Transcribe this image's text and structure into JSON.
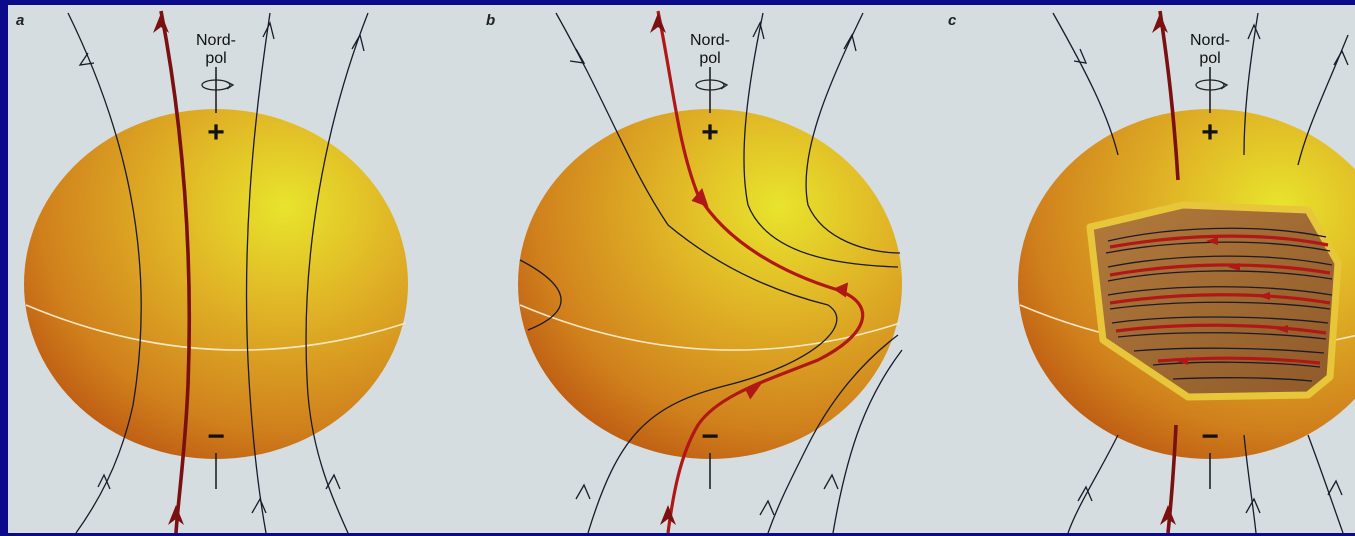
{
  "panels": [
    {
      "letter": "a",
      "pole_label_line1": "Nord-",
      "pole_label_line2": "pol",
      "north_sign": "+",
      "south_sign": "−"
    },
    {
      "letter": "b",
      "pole_label_line1": "Nord-",
      "pole_label_line2": "pol",
      "north_sign": "+",
      "south_sign": "−"
    },
    {
      "letter": "c",
      "pole_label_line1": "Nord-",
      "pole_label_line2": "pol",
      "north_sign": "+",
      "south_sign": "−"
    }
  ],
  "colors": {
    "border": "#0a0a8a",
    "background": "#d5dde1",
    "sphere_light": "#e6e22a",
    "sphere_dark": "#c25a12",
    "field_line": "#1a1a2a",
    "field_line_red": "#b01818"
  }
}
